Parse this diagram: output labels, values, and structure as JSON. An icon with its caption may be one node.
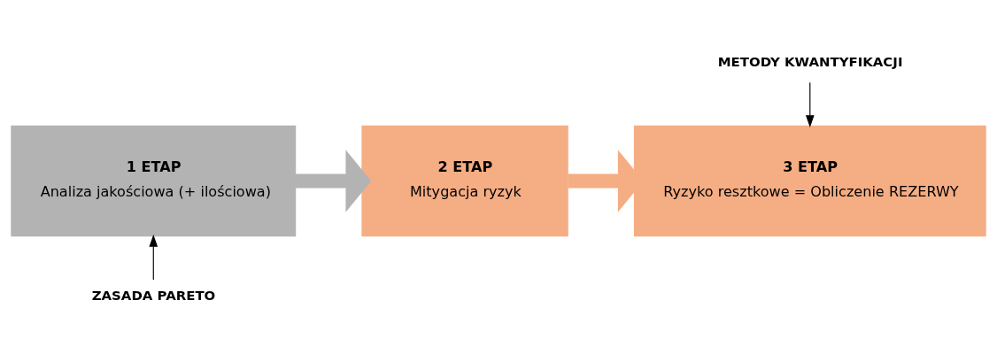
{
  "diagram": {
    "nodes": [
      {
        "text": [
          "1 ETAP",
          "Analiza jakościowa (+ ilościowa)"
        ]
      },
      {
        "text": [
          "2 ETAP",
          "Mitygacja ryzyk"
        ]
      },
      {
        "text": [
          "3 ETAP",
          "Ryzyko resztkowe = Obliczenie REZERWY"
        ]
      },
      {
        "text": [
          "ZASADA PARETO"
        ]
      },
      {
        "text": [
          "METODY KWANTYFIKACJI"
        ]
      }
    ],
    "edges": [
      {
        "from": 0,
        "to": 1,
        "arrow": "to",
        "style": "thick",
        "color": "#b3b3b3"
      },
      {
        "from": 1,
        "to": 2,
        "arrow": "to",
        "style": "thick",
        "color": "#f5ad84"
      },
      {
        "from": 3,
        "to": 0,
        "arrow": "to"
      },
      {
        "from": 4,
        "to": 2,
        "arrow": "to"
      }
    ]
  }
}
